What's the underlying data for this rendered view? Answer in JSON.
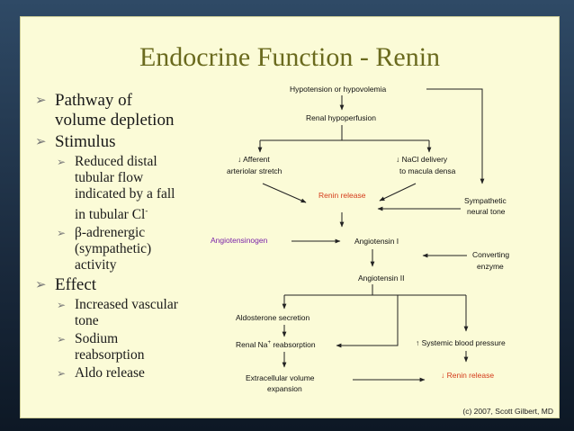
{
  "slide": {
    "title": "Endocrine Function - Renin",
    "bullets": [
      {
        "text": "Pathway of volume depletion",
        "line1": "Pathway of",
        "line2": "volume depletion"
      },
      {
        "text": "Stimulus"
      },
      {
        "sub": [
          "Reduced distal tubular flow indicated by a fall in tubular Cl"
        ],
        "lines": [
          "Reduced distal",
          "tubular flow",
          "indicated by a fall",
          "in tubular Cl"
        ],
        "sup": "-"
      },
      {
        "lines2": [
          "β-adrenergic",
          "(sympathetic)",
          "activity"
        ]
      },
      {
        "text2": "Effect"
      },
      {
        "lines3": [
          "Increased vascular",
          "tone"
        ]
      },
      {
        "lines4": [
          "Sodium",
          "reabsorption"
        ]
      },
      {
        "lines5": [
          "Aldo release"
        ]
      }
    ],
    "credit": "(c) 2007, Scott Gilbert, MD"
  },
  "diagram": {
    "nodes": {
      "hypotension": "Hypotension or hypovolemia",
      "renal_hypoperfusion": "Renal hypoperfusion",
      "afferent": "↓ Afferent",
      "afferent2": "arteriolar stretch",
      "nacl": "↓ NaCl delivery",
      "nacl2": "to macula densa",
      "renin_release": "Renin release",
      "sympathetic": "Sympathetic",
      "sympathetic2": "neural tone",
      "angiotensinogen": "Angiotensinogen",
      "angiotensin1": "Angiotensin I",
      "converting": "Converting",
      "converting2": "enzyme",
      "angiotensin2": "Angiotensin II",
      "aldosterone": "Aldosterone secretion",
      "renal_na": "Renal Na",
      "renal_na_sup": "+",
      "renal_na2": " reabsorption",
      "systemic_bp": "↑ Systemic blood pressure",
      "ecv": "Extracellular volume",
      "ecv2": "expansion",
      "renin_release_down": "↓ Renin release"
    }
  }
}
